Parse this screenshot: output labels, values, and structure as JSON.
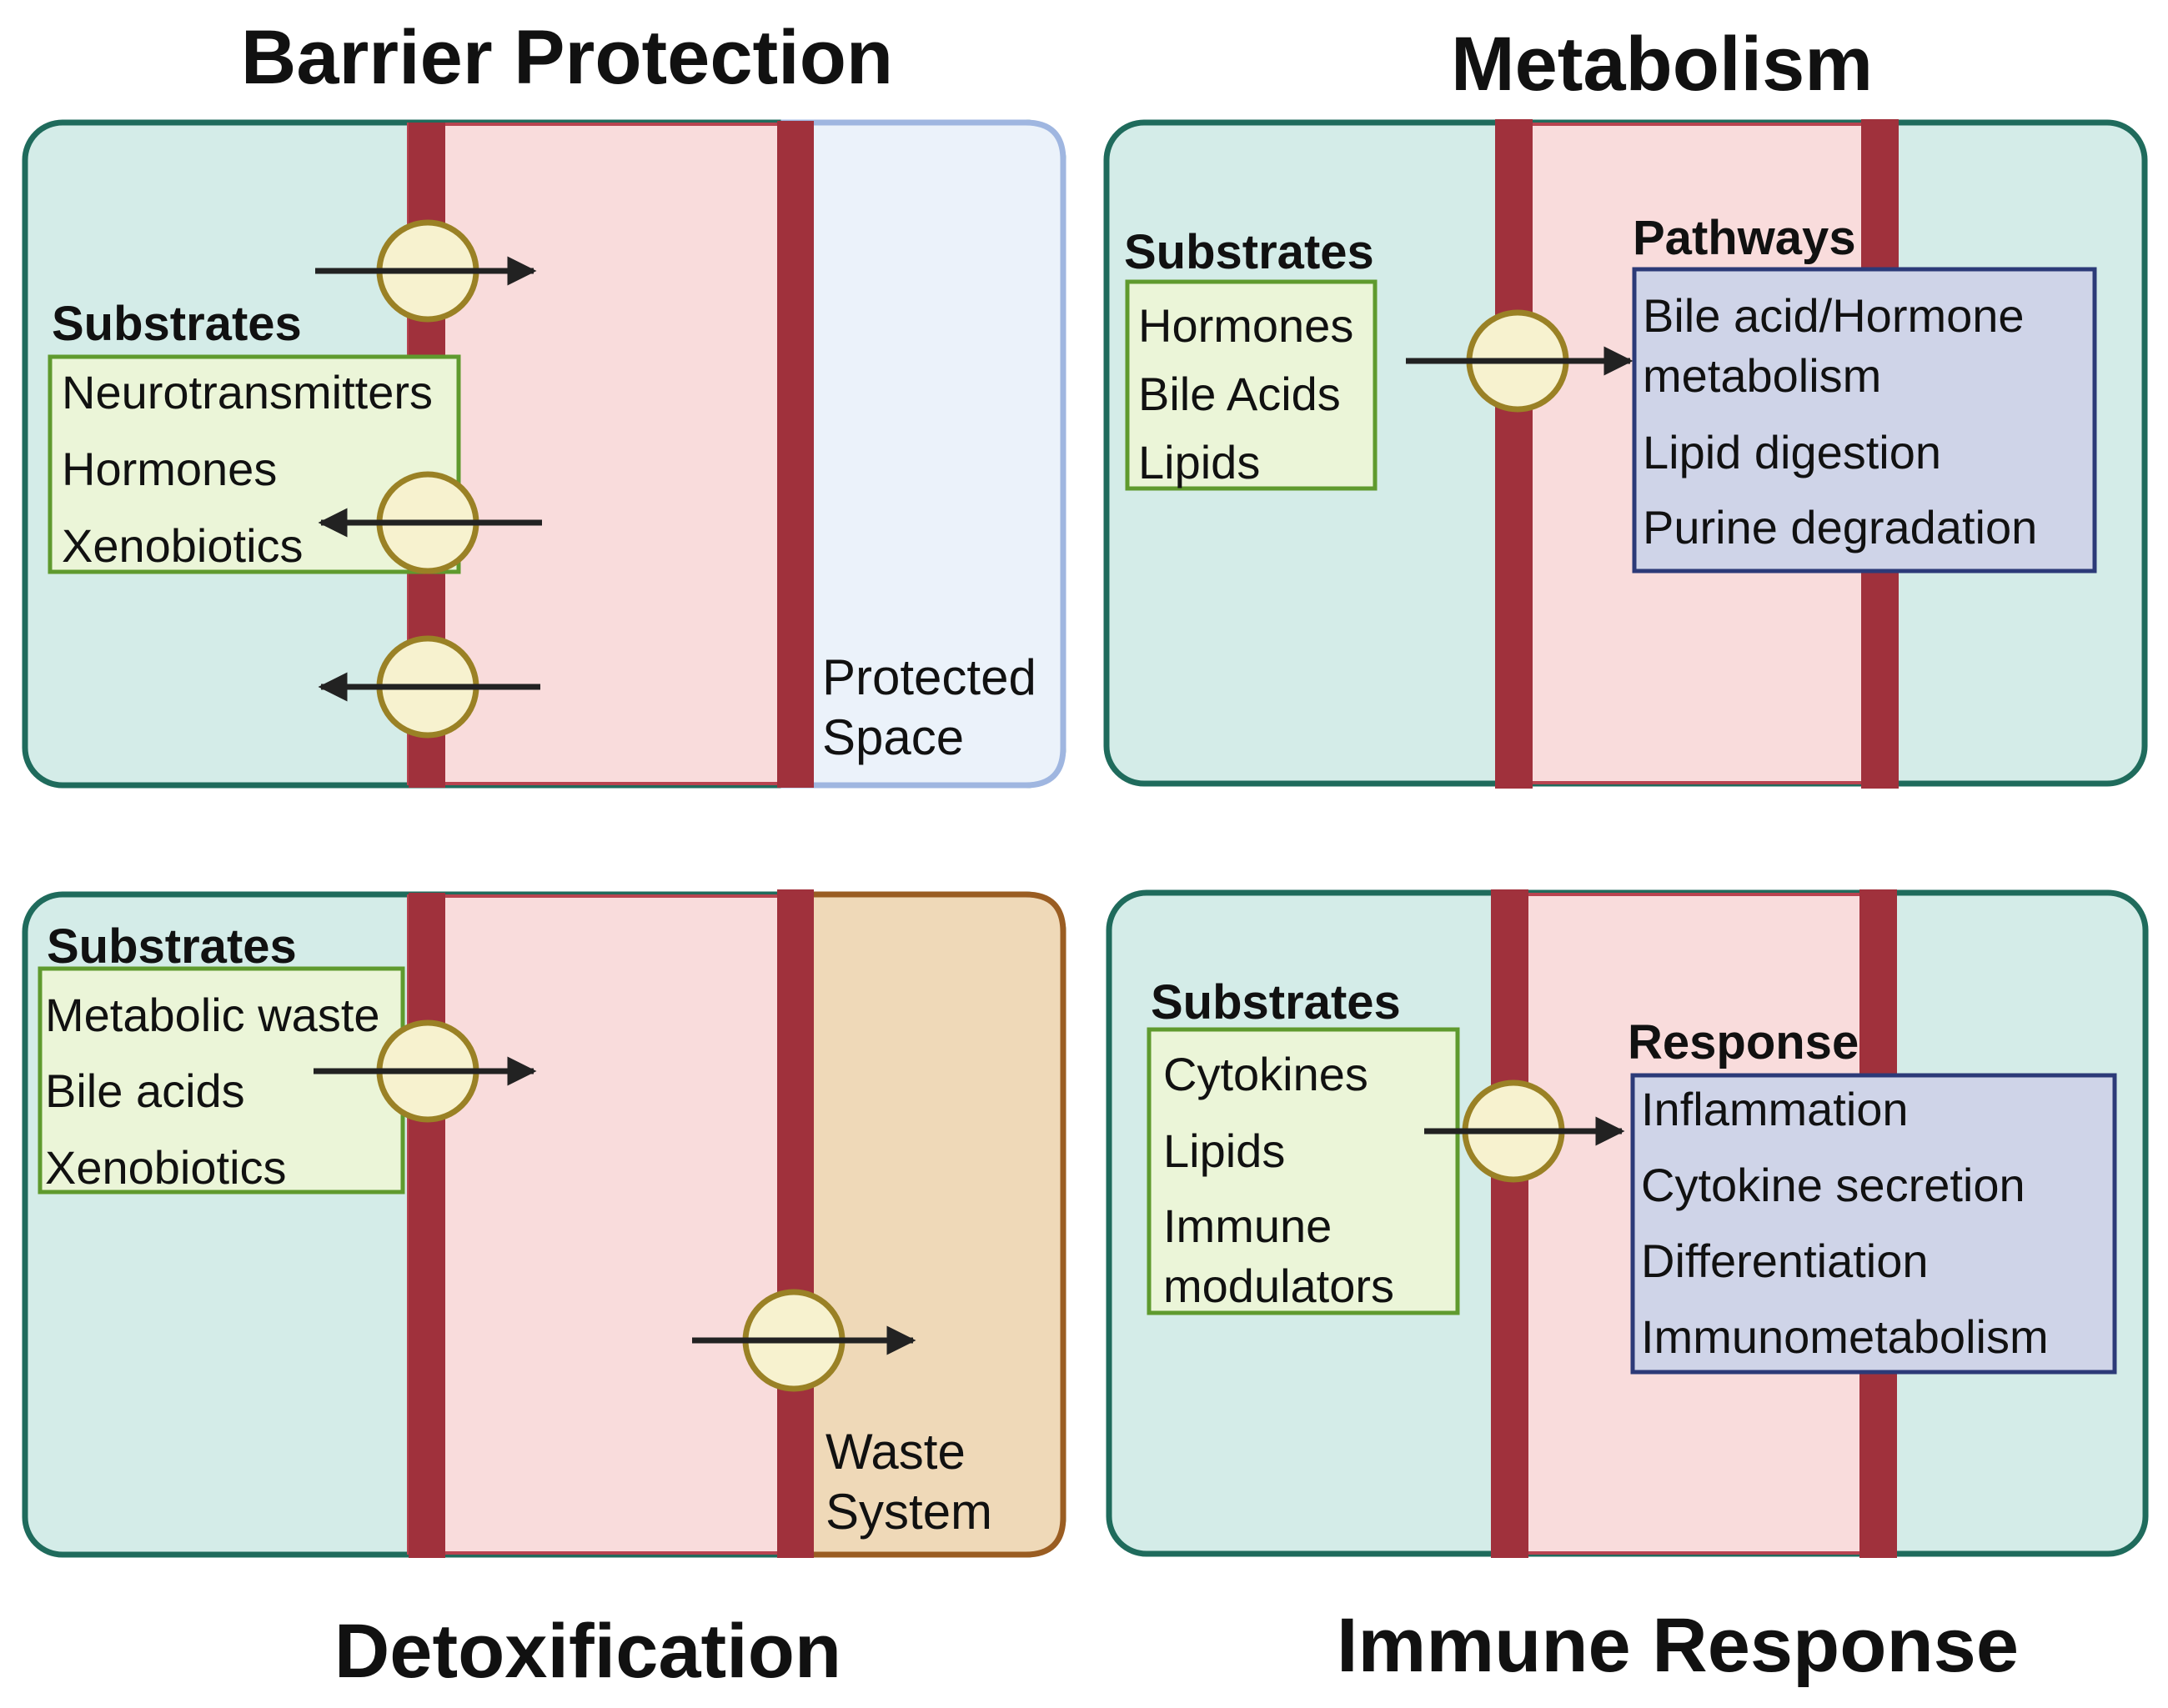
{
  "colors": {
    "cell_fill": "#d4ece8",
    "cell_stroke": "#1f6b5c",
    "membrane": "#a0313c",
    "interior": "#f9dcdc",
    "substrate_fill": "#ebf5d8",
    "substrate_stroke": "#5f9a2e",
    "pathway_fill": "#cfd4e8",
    "pathway_stroke": "#2c3a78",
    "transporter_fill": "#f7f2cf",
    "transporter_stroke": "#9a8125",
    "protected_fill": "#ebf2fa",
    "protected_stroke": "#9fb6e0",
    "waste_fill": "#efd9b8",
    "waste_stroke": "#9a5d22",
    "arrow": "#222222"
  },
  "panels": {
    "barrier": {
      "title": "Barrier Protection",
      "substrates_title": "Substrates",
      "substrates": [
        "Neurotransmitters",
        "Hormones",
        "Xenobiotics"
      ],
      "space_label": [
        "Protected",
        "Space"
      ]
    },
    "metabolism": {
      "title": "Metabolism",
      "substrates_title": "Substrates",
      "substrates": [
        "Hormones",
        "Bile Acids",
        "Lipids"
      ],
      "pathways_title": "Pathways",
      "pathways": [
        "Bile acid/Hormone",
        "metabolism",
        "Lipid digestion",
        "Purine degradation"
      ]
    },
    "detox": {
      "title": "Detoxification",
      "substrates_title": "Substrates",
      "substrates": [
        "Metabolic waste",
        "Bile acids",
        "Xenobiotics"
      ],
      "space_label": [
        "Waste",
        "System"
      ]
    },
    "immune": {
      "title": "Immune Response",
      "substrates_title": "Substrates",
      "substrates": [
        "Cytokines",
        "Lipids",
        "Immune",
        "modulators"
      ],
      "response_title": "Response",
      "response": [
        "Inflammation",
        "Cytokine secretion",
        "Differentiation",
        "Immunometabolism"
      ]
    }
  }
}
